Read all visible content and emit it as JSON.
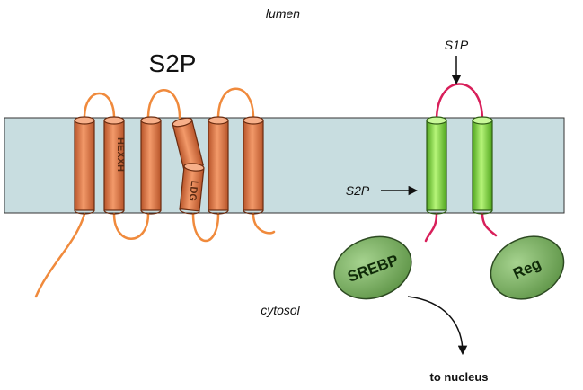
{
  "labels": {
    "lumen": "lumen",
    "cytosol": "cytosol",
    "s2p_title": "S2P",
    "s1p_site": "S1P",
    "s2p_site": "S2P",
    "motif_hexxh": "HEXXH",
    "motif_ldg": "LDG",
    "srebp": "SREBP",
    "reg": "Reg",
    "to_nucleus": "to nucleus"
  },
  "colors": {
    "membrane_fill": "#c8dde0",
    "membrane_stroke": "#333333",
    "s2p_helix": "#e07b45",
    "s2p_loop": "#f08a3c",
    "srebp_helix": "#8ee04a",
    "srebp_loop": "#d81f5a",
    "blob_fill": "#7fb36a",
    "blob_stroke": "#2d4a22"
  }
}
